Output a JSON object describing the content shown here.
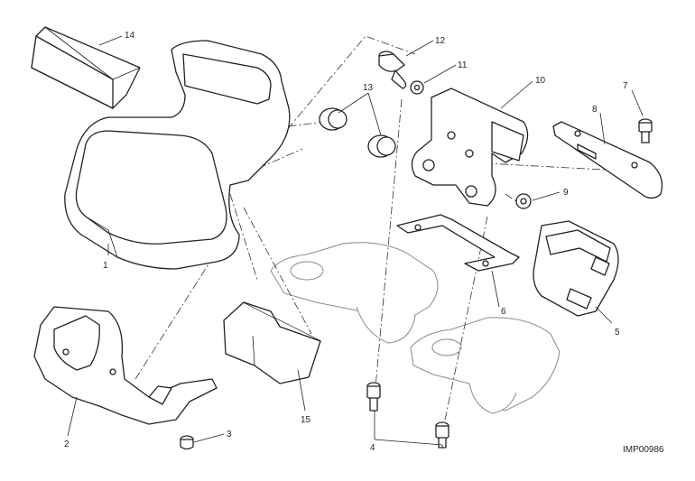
{
  "callouts": [
    "1",
    "2",
    "3",
    "4",
    "5",
    "6",
    "7",
    "8",
    "9",
    "10",
    "11",
    "12",
    "13",
    "14",
    "15"
  ],
  "drawing_code": "IMP00986"
}
